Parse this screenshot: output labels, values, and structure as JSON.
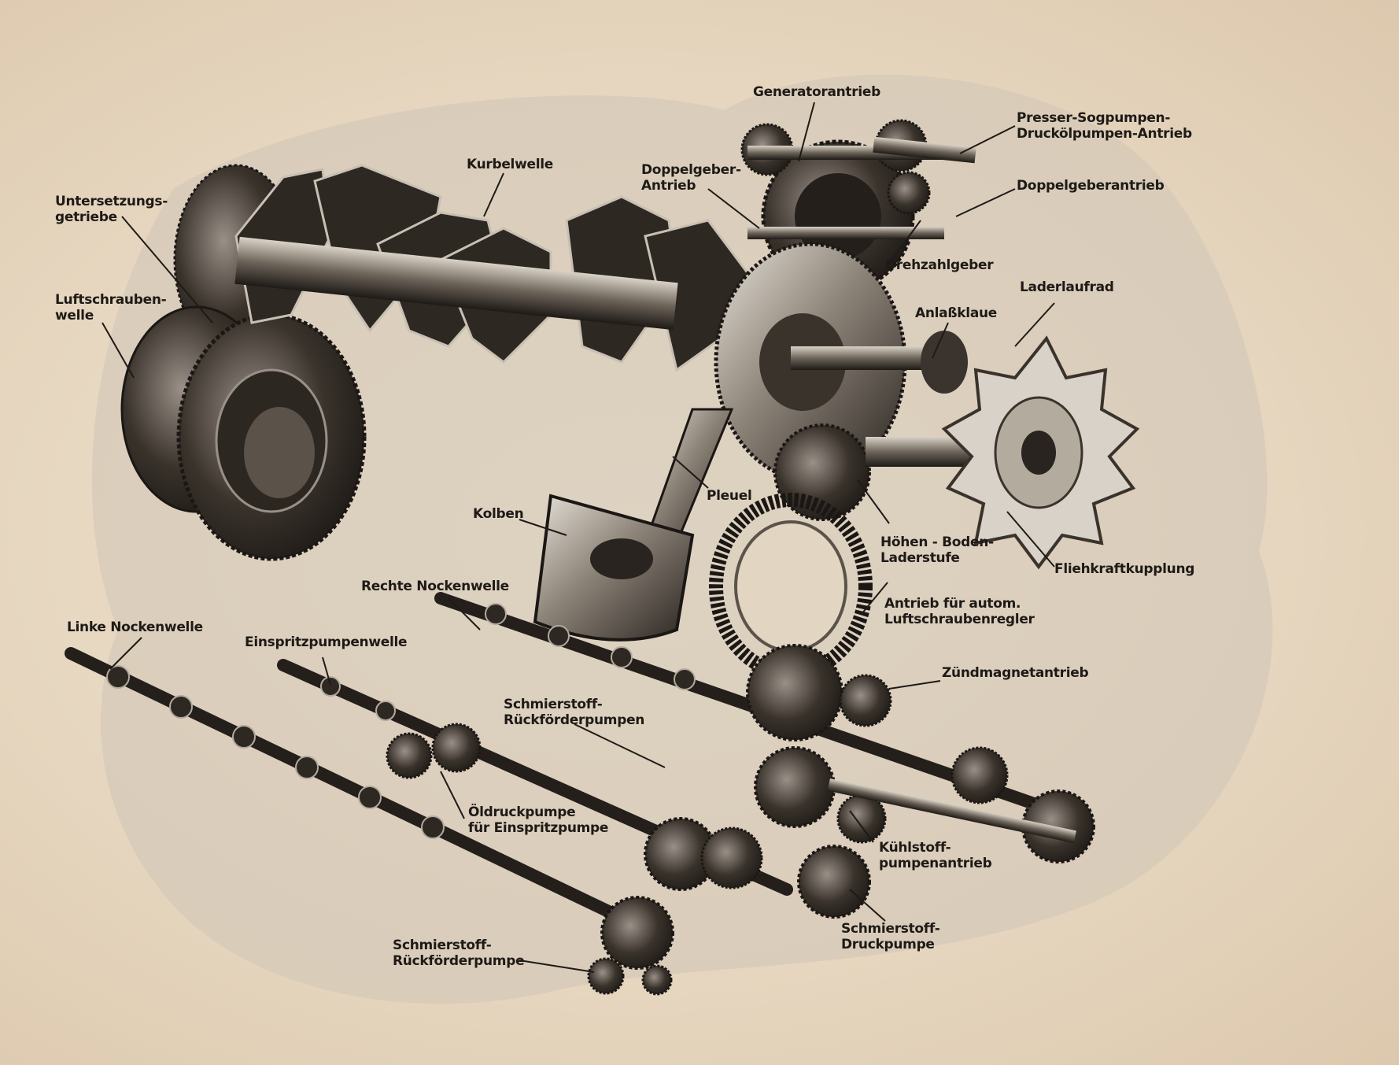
{
  "labels": {
    "generatorantrieb": "Generatorantrieb",
    "presser_line1": "Presser-Sogpumpen-",
    "presser_line2": "Druckölpumpen-Antrieb",
    "kurbelwelle": "Kurbelwelle",
    "doppelgeber_line1": "Doppelgeber-",
    "doppelgeber_line2": "Antrieb",
    "doppelgeberantrieb": "Doppelgeberantrieb",
    "untersetzung_line1": "Untersetzungs-",
    "untersetzung_line2": "getriebe",
    "drehzahlgeber": "Drehzahlgeber",
    "luftschrauben_line1": "Luftschrauben-",
    "luftschrauben_line2": "welle",
    "laderlaufrad": "Laderlaufrad",
    "anlassklaue": "Anlaßklaue",
    "pleuel": "Pleuel",
    "kolben": "Kolben",
    "hoehen_line1": "Höhen - Boden-",
    "hoehen_line2": "Laderstufe",
    "fliehkraftkupplung": "Fliehkraftkupplung",
    "rechte_nockenwelle": "Rechte Nockenwelle",
    "antrieb_regler_line1": "Antrieb für autom.",
    "antrieb_regler_line2": "Luftschraubenregler",
    "linke_nockenwelle": "Linke Nockenwelle",
    "einspritzpumpenwelle": "Einspritzpumpenwelle",
    "zuendmagnetantrieb": "Zündmagnetantrieb",
    "schmier_rueck_pumpen_line1": "Schmierstoff-",
    "schmier_rueck_pumpen_line2": "Rückförderpumpen",
    "oeldruck_line1": "Öldruckpumpe",
    "oeldruck_line2": "für Einspritzpumpe",
    "kuehlstoff_line1": "Kühlstoff-",
    "kuehlstoff_line2": "pumpenantrieb",
    "schmier_druck_line1": "Schmierstoff-",
    "schmier_druck_line2": "Druckpumpe",
    "schmier_rueck_pumpe_line1": "Schmierstoff-",
    "schmier_rueck_pumpe_line2": "Rückförderpumpe"
  },
  "colors": {
    "paper": "#e8d9c3",
    "ink": "#1e1a16",
    "shade": "#2c2722",
    "highlight": "#d8d2c8"
  }
}
